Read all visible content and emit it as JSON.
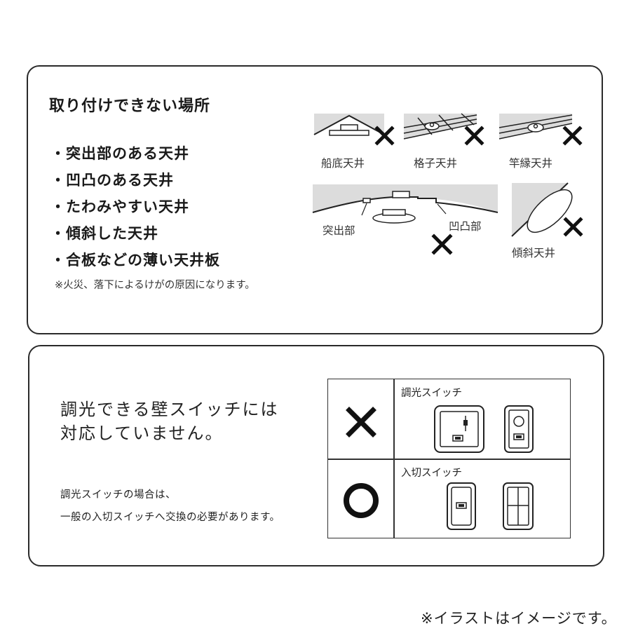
{
  "section1": {
    "title": "取り付けできない場所",
    "items": [
      "・突出部のある天井",
      "・凹凸のある天井",
      "・たわみやすい天井",
      "・傾斜した天井",
      "・合板などの薄い天井板"
    ],
    "note": "※火災、落下によるけがの原因になります。",
    "illustrations": {
      "funazoko": "船底天井",
      "koshi": "格子天井",
      "saobuchi": "竿縁天井",
      "protrusion": "突出部",
      "uneven": "凹凸部",
      "sloped": "傾斜天井"
    }
  },
  "section2": {
    "heading_line1": "調光できる壁スイッチには",
    "heading_line2": "対応していません。",
    "sub_line1": "調光スイッチの場合は、",
    "sub_line2": "一般の入切スイッチへ交換の必要があります。",
    "table": {
      "row1_label": "調光スイッチ",
      "row2_label": "入切スイッチ"
    }
  },
  "footnote": "※イラストはイメージです。",
  "colors": {
    "border": "#2a2a2a",
    "ceiling_gray": "#dcdcdc",
    "text": "#1a1a1a"
  }
}
